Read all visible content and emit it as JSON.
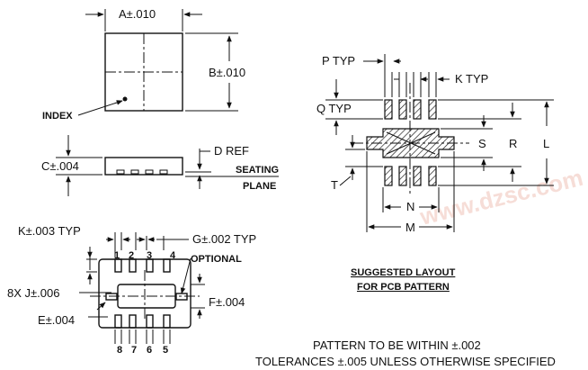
{
  "top_view": {
    "dim_a": "A±.010",
    "dim_b": "B±.010",
    "index_label": "INDEX"
  },
  "side_view": {
    "dim_c": "C±.004",
    "dim_d": "D REF",
    "seating_plane_line1": "SEATING",
    "seating_plane_line2": "PLANE"
  },
  "bottom_view": {
    "dim_k": "K±.003 TYP",
    "dim_g": "G±.002 TYP",
    "optional_label": "OPTIONAL",
    "dim_j": "8X J±.006",
    "dim_f": "F±.004",
    "dim_e": "E±.004",
    "pins_top": [
      "1",
      "2",
      "3",
      "4"
    ],
    "pins_bottom": [
      "8",
      "7",
      "6",
      "5"
    ]
  },
  "pcb_layout": {
    "dim_p": "P TYP",
    "dim_k": "K TYP",
    "dim_q": "Q TYP",
    "dim_s": "S",
    "dim_r": "R",
    "dim_l": "L",
    "dim_t": "T",
    "dim_n": "N",
    "dim_m": "M",
    "caption_line1": "SUGGESTED LAYOUT",
    "caption_line2": "FOR PCB PATTERN"
  },
  "notes": {
    "line1": "PATTERN TO BE WITHIN ±.002",
    "line2": "TOLERANCES ±.005 UNLESS OTHERWISE SPECIFIED"
  },
  "watermark": {
    "text": "www.dzsc.com",
    "color": "#e8a090"
  }
}
